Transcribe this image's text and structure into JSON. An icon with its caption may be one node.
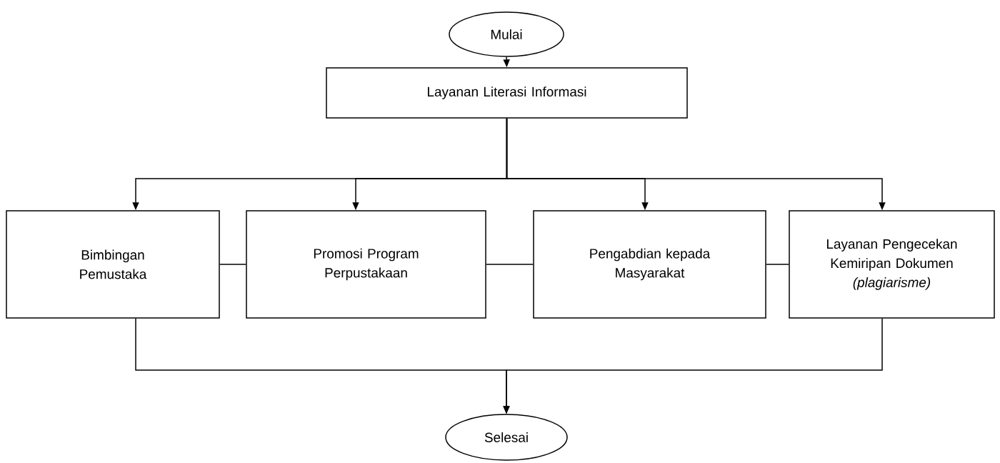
{
  "diagram": {
    "nodes": [
      {
        "text": [
          "Mulai"
        ]
      },
      {
        "text": [
          "Layanan Literasi Informasi"
        ]
      },
      {
        "text": [
          "Bimbingan Pemustaka"
        ]
      },
      {
        "text": [
          "Promosi Program Perpustakaan"
        ]
      },
      {
        "text": [
          "Pengabdian kepada Masyarakat"
        ]
      },
      {
        "text": [
          "Layanan Pengecekan Kemiripan Dokumen *(plagiarisme)*"
        ]
      },
      {
        "text": [
          "Selesai"
        ]
      }
    ],
    "edges": [
      {
        "from": 0,
        "to": 1,
        "arrow": "to"
      },
      {
        "from": 1,
        "to": 2,
        "arrow": "to"
      },
      {
        "from": 1,
        "to": 3,
        "arrow": "to"
      },
      {
        "from": 1,
        "to": 4,
        "arrow": "to"
      },
      {
        "from": 1,
        "to": 5,
        "arrow": "to"
      },
      {
        "from": 2,
        "to": 3,
        "arrow": "none"
      },
      {
        "from": 3,
        "to": 4,
        "arrow": "none"
      },
      {
        "from": 4,
        "to": 5,
        "arrow": "none"
      },
      {
        "from": 2,
        "to": 6,
        "arrow": "to"
      },
      {
        "from": 5,
        "to": 6,
        "arrow": "to"
      }
    ]
  }
}
